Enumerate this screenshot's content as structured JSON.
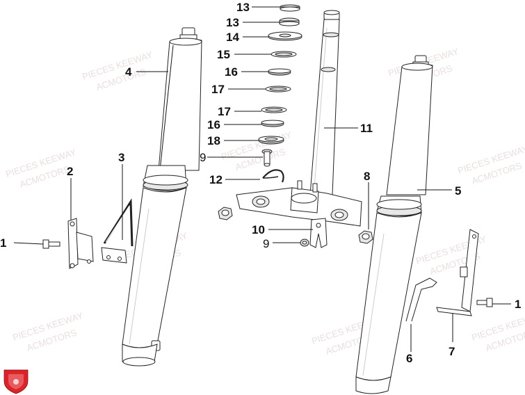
{
  "watermark": {
    "line1": "PIECES KEEWAY",
    "line2": "ACMOTORS"
  },
  "labels": {
    "p1_left": "1",
    "p1_right": "1",
    "p2": "2",
    "p3": "3",
    "p4": "4",
    "p5": "5",
    "p6": "6",
    "p7": "7",
    "p8": "8",
    "p9_upper": "9",
    "p9_lower": "9",
    "p10": "10",
    "p11": "11",
    "p12": "12",
    "p13_a": "13",
    "p13_b": "13",
    "p14": "14",
    "p15": "15",
    "p16_a": "16",
    "p16_b": "16",
    "p17_a": "17",
    "p17_b": "17",
    "p18": "18"
  },
  "logo": {
    "icon": "acmotors-shield-icon",
    "color": "#d9252a"
  }
}
